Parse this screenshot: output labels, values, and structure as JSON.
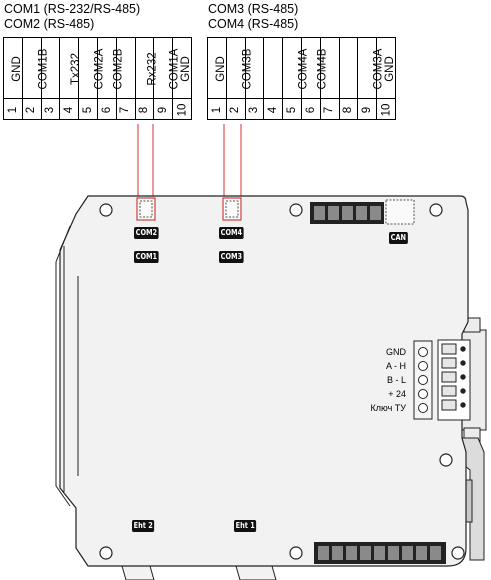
{
  "left_header": {
    "line1": "COM1 (RS-232/RS-485)",
    "line2": "COM2 (RS-485)"
  },
  "right_header": {
    "line1": "COM3 (RS-485)",
    "line2": "COM4 (RS-485)"
  },
  "left_terminal": {
    "names": [
      "GND",
      "COM1B",
      "",
      "Tx232",
      "COM2A",
      "COM2B",
      "",
      "Rx232",
      "COM1A",
      "GND"
    ],
    "numbers": [
      "1",
      "2",
      "3",
      "4",
      "5",
      "6",
      "7",
      "8",
      "9",
      "10"
    ]
  },
  "right_terminal": {
    "names": [
      "GND",
      "COM3B",
      "",
      "",
      "COM4A",
      "COM4B",
      "",
      "",
      "COM3A",
      "GND"
    ],
    "numbers": [
      "1",
      "2",
      "3",
      "4",
      "5",
      "6",
      "7",
      "8",
      "9",
      "10"
    ]
  },
  "board_labels": {
    "com2": "COM2",
    "com1": "COM1",
    "com4": "COM4",
    "com3": "COM3",
    "can": "CAN",
    "eth2": "Eht 2",
    "eth1": "Eht 1"
  },
  "indicators": [
    "GND",
    "A - H",
    "B - L",
    "+ 24",
    "Ключ ТУ"
  ],
  "colors": {
    "connector_line": "#e06060",
    "board_fill": "#f2f2f2",
    "label_fill": "#111111"
  }
}
